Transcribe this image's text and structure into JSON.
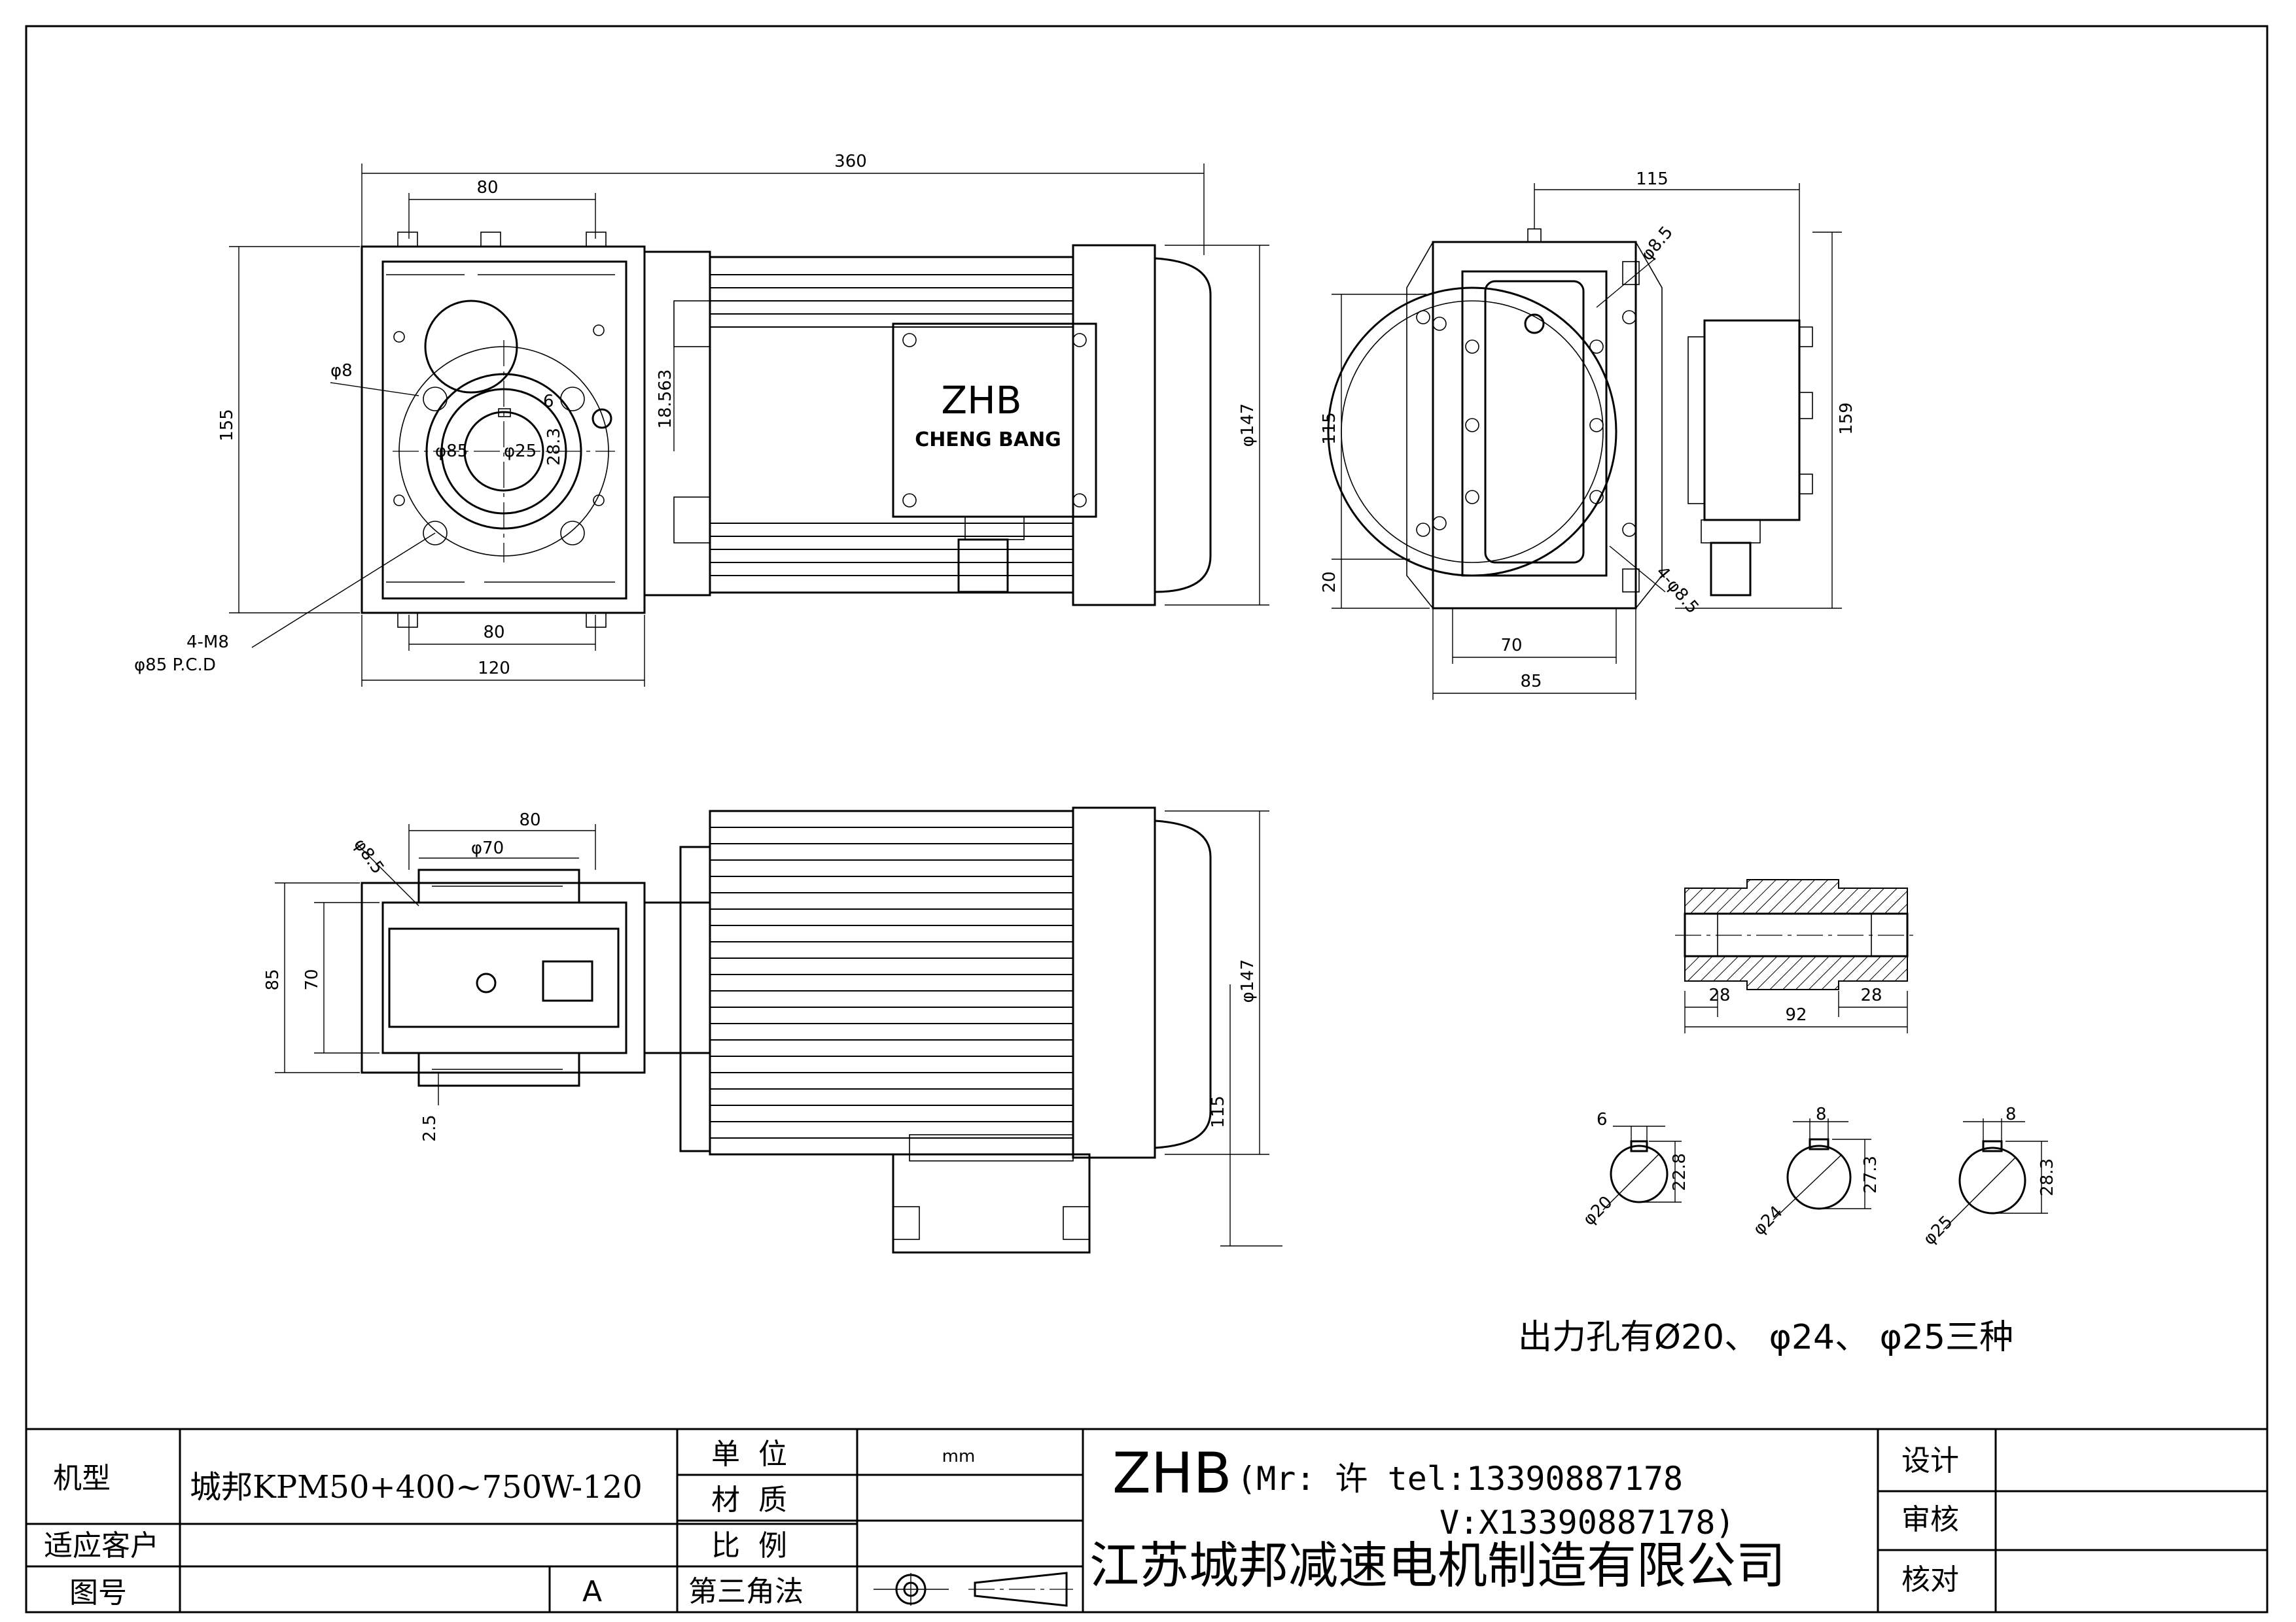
{
  "views": {
    "front": {
      "dims": {
        "total_length": "360",
        "flange_top": "80",
        "flange_bottom": "80",
        "width": "120",
        "height": "155",
        "hole_dia": "φ8",
        "bore_circle": "φ85",
        "bore": "φ25",
        "key_width": "6",
        "key_height": "28.3",
        "shaft_offset": "18.563",
        "motor_dia": "φ147",
        "tapped_holes": "4-M8",
        "pcd": "φ85 P.C.D"
      },
      "nameplate": {
        "brand": "ZHB",
        "name": "CHENG BANG"
      }
    },
    "side": {
      "dims": {
        "top_width": "115",
        "hole_top": "φ8.5",
        "hole_bottom": "4-φ8.5",
        "height_left": "115",
        "base_offset": "20",
        "inner_width": "70",
        "base_width": "85",
        "height_right": "159"
      }
    },
    "bottom": {
      "dims": {
        "flange_width": "80",
        "hole_dia": "φ8.5",
        "bore_dia": "φ70",
        "outer_height": "85",
        "inner_height": "70",
        "offset": "2.5",
        "motor_dia": "φ147",
        "box_height": "115"
      }
    },
    "shaft_section": {
      "dims": {
        "left_len": "28",
        "total_len": "92",
        "right_len": "28"
      }
    },
    "bores": [
      {
        "key": "6",
        "depth": "22.8",
        "dia": "φ20"
      },
      {
        "key": "8",
        "depth": "27.3",
        "dia": "φ24"
      },
      {
        "key": "8",
        "depth": "28.3",
        "dia": "φ25"
      }
    ],
    "note": "出力孔有Ø20、 φ24、  φ25三种"
  },
  "title_block": {
    "model_label": "机型",
    "model_value": "城邦KPM50+400~750W-120",
    "customer_label": "适应客户",
    "drawing_no_label": "图号",
    "revision": "A",
    "unit_label": "单  位",
    "unit_value": "mm",
    "material_label": "材  质",
    "scale_label": "比  例",
    "projection_label": "第三角法",
    "brand": "ZHB",
    "contact_line1": "(Mr: 许 tel:13390887178",
    "contact_line2": "V:X13390887178)",
    "company": "江苏城邦减速电机制造有限公司",
    "design_label": "设计",
    "review_label": "审核",
    "check_label": "核对"
  }
}
